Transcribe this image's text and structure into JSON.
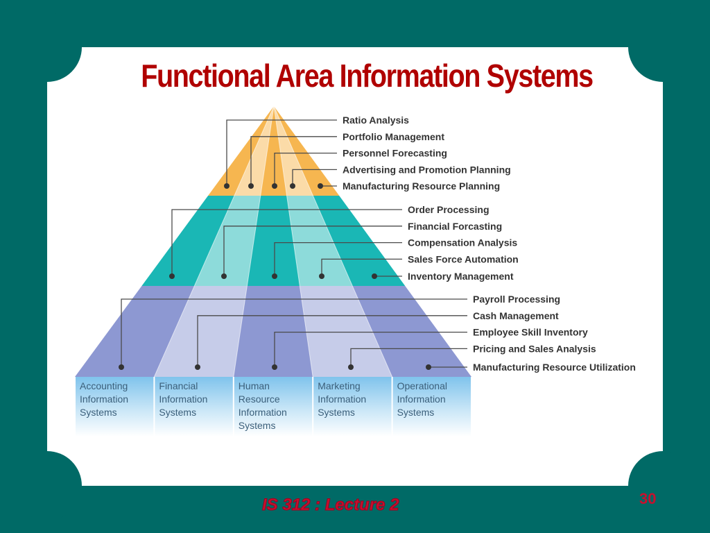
{
  "slide": {
    "title": "Functional Area Information Systems",
    "footer": "IS 312 : Lecture 2",
    "page_number": "30"
  },
  "colors": {
    "background": "#006a66",
    "title": "#b00000",
    "tier_top": "#f6b650",
    "tier_middle": "#1ab7b5",
    "tier_bottom": "#8d98d2"
  },
  "diagram": {
    "columns": [
      {
        "lines": [
          "Accounting",
          "Information",
          "Systems"
        ]
      },
      {
        "lines": [
          "Financial",
          "Information",
          "Systems"
        ]
      },
      {
        "lines": [
          "Human",
          "Resource",
          "Information",
          "Systems"
        ]
      },
      {
        "lines": [
          "Marketing",
          "Information",
          "Systems"
        ]
      },
      {
        "lines": [
          "Operational",
          "Information",
          "Systems"
        ]
      }
    ],
    "tiers": [
      {
        "level": "top",
        "labels": [
          "Ratio Analysis",
          "Portfolio Management",
          "Personnel Forecasting",
          "Advertising and Promotion Planning",
          "Manufacturing Resource Planning"
        ]
      },
      {
        "level": "middle",
        "labels": [
          "Order Processing",
          "Financial Forcasting",
          "Compensation Analysis",
          "Sales Force Automation",
          "Inventory Management"
        ]
      },
      {
        "level": "bottom",
        "labels": [
          "Payroll Processing",
          "Cash Management",
          "Employee Skill Inventory",
          "Pricing and Sales Analysis",
          "Manufacturing Resource Utilization"
        ]
      }
    ]
  }
}
